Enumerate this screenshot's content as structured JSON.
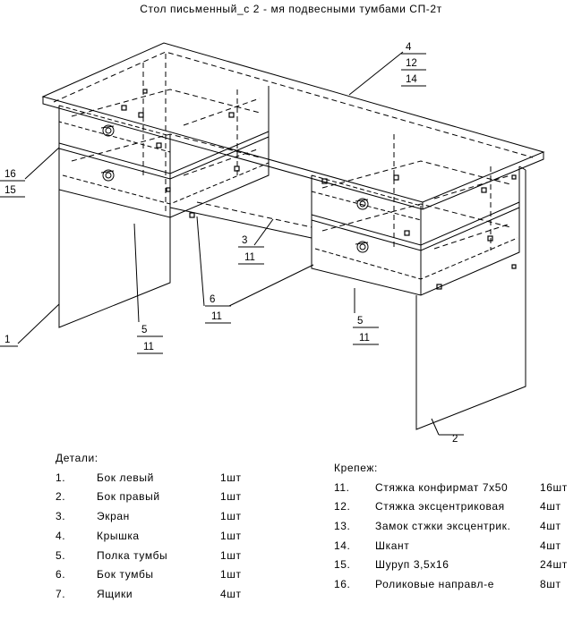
{
  "title": "Стол письменный_с 2 - мя подвесными тумбами СП-2т",
  "callouts": [
    {
      "id": "c4",
      "top": "4",
      "subs": [
        "12",
        "14"
      ]
    },
    {
      "id": "c16",
      "top": "16",
      "subs": [
        "15"
      ]
    },
    {
      "id": "c3",
      "top": "3",
      "subs": [
        "11"
      ]
    },
    {
      "id": "c6",
      "top": "6",
      "subs": [
        "11"
      ]
    },
    {
      "id": "c5l",
      "top": "5",
      "subs": [
        "11"
      ]
    },
    {
      "id": "c5r",
      "top": "5",
      "subs": [
        "11"
      ]
    },
    {
      "id": "c1",
      "top": "1",
      "subs": []
    },
    {
      "id": "c2",
      "top": "2",
      "subs": []
    }
  ],
  "details": {
    "heading": "Детали:",
    "items": [
      {
        "num": "1.",
        "name": "Бок левый",
        "qty": "1шт"
      },
      {
        "num": "2.",
        "name": "Бок правый",
        "qty": "1шт"
      },
      {
        "num": "3.",
        "name": "Экран",
        "qty": "1шт"
      },
      {
        "num": "4.",
        "name": "Крышка",
        "qty": "1шт"
      },
      {
        "num": "5.",
        "name": "Полка тумбы",
        "qty": "1шт"
      },
      {
        "num": "6.",
        "name": "Бок тумбы",
        "qty": "1шт"
      },
      {
        "num": "7.",
        "name": "Ящики",
        "qty": "4шт"
      }
    ]
  },
  "fasteners": {
    "heading": "Крепеж:",
    "items": [
      {
        "num": "11.",
        "name": "Стяжка конфирмат 7х50",
        "qty": "16шт"
      },
      {
        "num": "12.",
        "name": "Стяжка эксцентриковая",
        "qty": "4шт"
      },
      {
        "num": "13.",
        "name": "Замок стжки эксцентрик.",
        "qty": "4шт"
      },
      {
        "num": "14.",
        "name": "Шкант",
        "qty": "4шт"
      },
      {
        "num": "15.",
        "name": "Шуруп 3,5х16",
        "qty": "24шт"
      },
      {
        "num": "16.",
        "name": "Роликовые направл-е",
        "qty": "8шт"
      }
    ]
  }
}
